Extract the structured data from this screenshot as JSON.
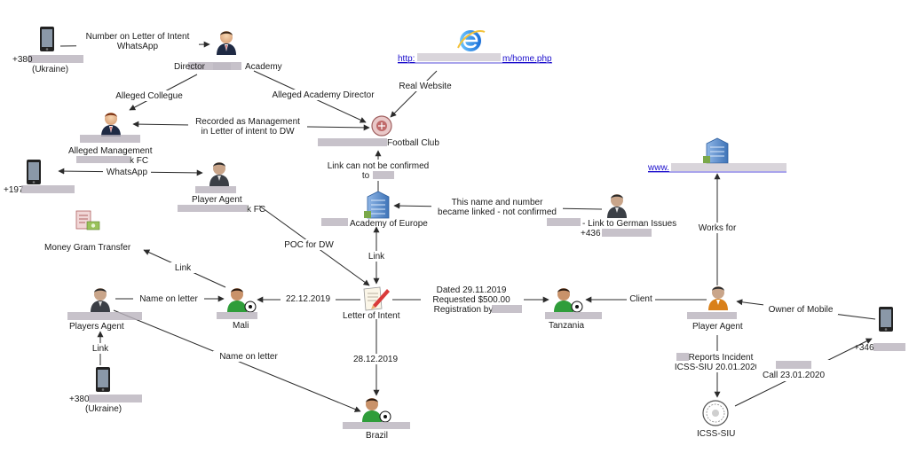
{
  "colors": {
    "edge": "#2b2b2b",
    "label": "#1a1a1a",
    "link": "#1a0dcc",
    "redacted": "#b9b3bd"
  },
  "nodes": {
    "phone_ukraine_top": {
      "icon": "mobile-phone-icon",
      "lines": [
        "+380",
        "(Ukraine)"
      ]
    },
    "director_academy": {
      "icon": "person-suit-icon",
      "lines": [
        "Director",
        "Academy"
      ]
    },
    "website_home": {
      "icon": "internet-explorer-icon",
      "lines": [
        "http:",
        "m/home.php"
      ]
    },
    "football_club": {
      "icon": "football-club-crest-icon",
      "lines": [
        "Football Club"
      ]
    },
    "alleged_management": {
      "icon": "person-suit-icon",
      "lines": [
        "Alleged Management",
        "k FC"
      ]
    },
    "phone_197": {
      "icon": "mobile-phone-icon",
      "lines": [
        "+197"
      ]
    },
    "player_agent_fc": {
      "icon": "person-agent-icon",
      "lines": [
        "Player Agent",
        "k FC"
      ]
    },
    "academy_europe": {
      "icon": "building-icon",
      "lines": [
        "Academy of Europe"
      ]
    },
    "german_issues": {
      "icon": "person-agent-icon",
      "lines": [
        "- Link to German Issues",
        "+436"
      ]
    },
    "website_www": {
      "icon": "building-icon",
      "lines": [
        "www."
      ]
    },
    "money_gram": {
      "icon": "money-transfer-icon",
      "lines": [
        "Money Gram Transfer"
      ]
    },
    "players_agent_left": {
      "icon": "person-agent-icon",
      "lines": [
        "Players Agent"
      ]
    },
    "mali": {
      "icon": "football-player-icon",
      "lines": [
        "Mali"
      ]
    },
    "letter_intent": {
      "icon": "document-pen-icon",
      "lines": [
        "Letter of Intent"
      ]
    },
    "tanzania": {
      "icon": "football-player-icon",
      "lines": [
        "Tanzania"
      ]
    },
    "player_agent_right": {
      "icon": "person-agent-orange-icon",
      "lines": [
        "Player Agent"
      ]
    },
    "phone_346": {
      "icon": "mobile-phone-icon",
      "lines": [
        "+346"
      ]
    },
    "phone_ukraine_bottom": {
      "icon": "mobile-phone-icon",
      "lines": [
        "+380",
        "(Ukraine)"
      ]
    },
    "brazil": {
      "icon": "football-player-icon",
      "lines": [
        "Brazil"
      ]
    },
    "icss_siu": {
      "icon": "seal-icon",
      "lines": [
        "ICSS-SIU"
      ]
    }
  },
  "edges": {
    "number_letter": [
      "Number on Letter of Intent",
      "WhatsApp"
    ],
    "alleged_collegue": [
      "Alleged Collegue"
    ],
    "alleged_director": [
      "Alleged Academy Director"
    ],
    "real_website": [
      "Real Website"
    ],
    "recorded_management": [
      "Recorded as Management",
      "in Letter of intent to DW"
    ],
    "whatsapp": [
      "WhatsApp"
    ],
    "link_not_confirmed": [
      "Link can not be confirmed",
      "to"
    ],
    "name_number_linked": [
      "This name and number",
      "became linked - not confirmed"
    ],
    "poc_dw": [
      "POC for DW"
    ],
    "link_academy_letter": [
      "Link"
    ],
    "link_money_gram": [
      "Link"
    ],
    "name_on_letter_mali": [
      "Name on letter"
    ],
    "date_22": [
      "22.12.2019"
    ],
    "dated_29": [
      "Dated 29.11.2019",
      "Requested $500.00",
      "Registration by"
    ],
    "client": [
      "Client"
    ],
    "works_for": [
      "Works for"
    ],
    "owner_mobile": [
      "Owner of Mobile"
    ],
    "link_ukraine_agent": [
      "Link"
    ],
    "name_on_letter_brazil": [
      "Name on letter"
    ],
    "date_28": [
      "28.12.2019"
    ],
    "reports_incident": [
      "Reports Incident",
      "ICSS-SIU 20.01.2020"
    ],
    "call_23": [
      "Call 23.01.2020"
    ]
  }
}
